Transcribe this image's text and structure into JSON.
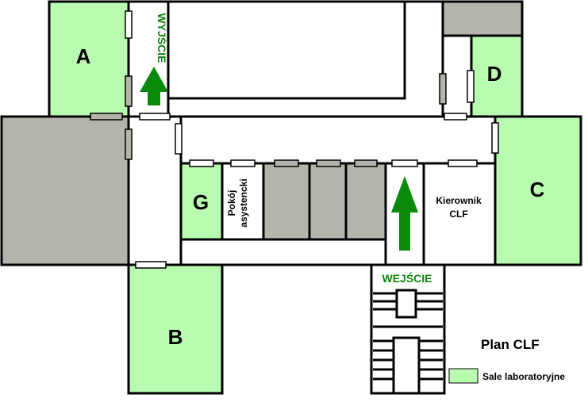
{
  "rooms": {
    "a": "A",
    "b": "B",
    "c": "C",
    "d": "D",
    "g": "G",
    "pokoj_line1": "Pokój",
    "pokoj_line2": "asystencki",
    "kierownik_line1": "Kierownik",
    "kierownik_line2": "CLF"
  },
  "labels": {
    "exit": "WYJŚCIE",
    "entrance": "WEJŚCIE"
  },
  "legend": {
    "title": "Plan CLF",
    "lab_rooms": "Sale laboratoryjne"
  },
  "colors": {
    "lab": "#b9fbb0",
    "other_room": "#b5b4ab",
    "arrow": "#0a8a0a"
  }
}
